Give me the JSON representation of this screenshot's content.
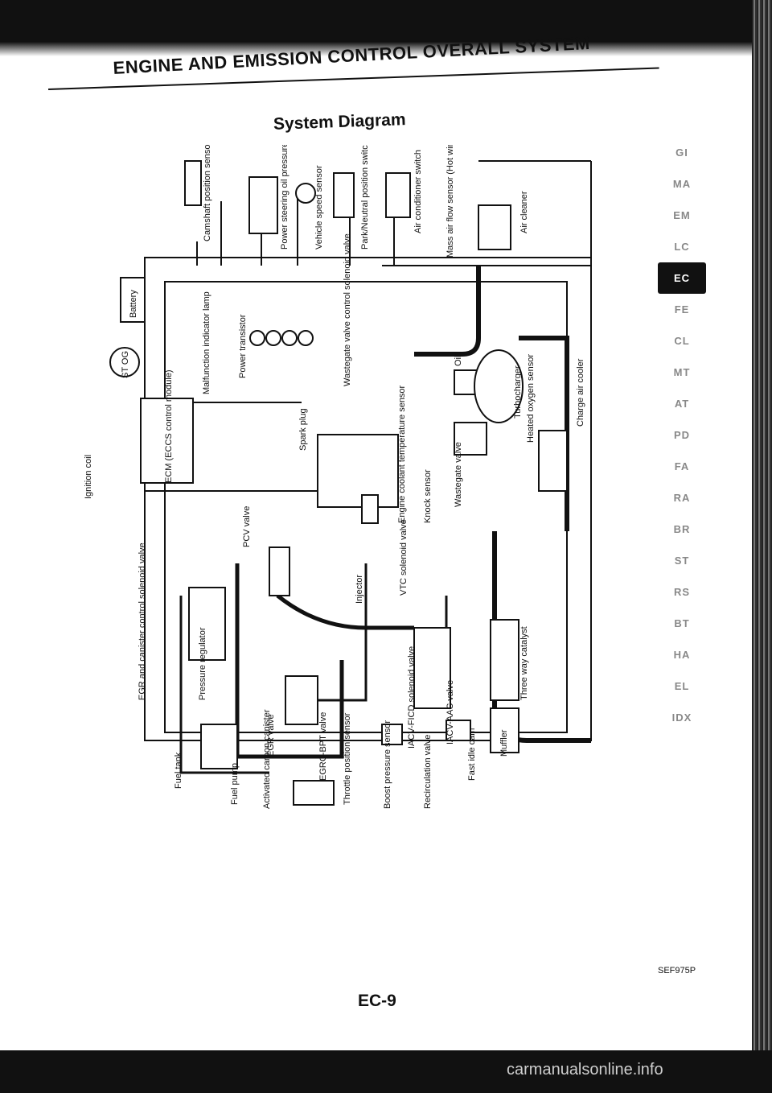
{
  "header": {
    "title": "ENGINE AND EMISSION CONTROL OVERALL SYSTEM",
    "subtitle": "System Diagram"
  },
  "labels": {
    "camshaft": "Camshaft position sensor",
    "ps_switch": "Power steering oil pressure switch",
    "vss": "Vehicle speed sensor",
    "park": "Park/Neutral position switch",
    "aircon": "Air conditioner switch",
    "maf": "Mass air flow sensor (Hot wire type)",
    "air_cleaner": "Air cleaner",
    "battery": "Battery",
    "malfunction": "Malfunction indicator lamp",
    "power_transistor": "Power transistor",
    "wastegate_sol": "Wastegate valve control solenoid valve",
    "oil": "Oil",
    "turbo": "Turbocharger",
    "heated_o2": "Heated oxygen sensor",
    "charge_cooler": "Charge air cooler",
    "st_og": "ST OG",
    "ecm": "ECM (ECCS control module)",
    "ignition": "Ignition coil",
    "spark": "Spark plug",
    "coolant": "Engine coolant temperature sensor",
    "knock": "Knock sensor",
    "wastegate": "Wastegate valve",
    "pcv": "PCV valve",
    "injector": "Injector",
    "vtc": "VTC solenoid valve",
    "egr_canister": "EGR and canister control solenoid valve",
    "pressure_reg": "Pressure regulator",
    "iacv_ficd": "IACV-FICD solenoid valve",
    "iacv_aac": "IACV-AAC valve",
    "three_way": "Three way catalyst",
    "muffler": "Muffler",
    "fast_idle": "Fast idle cam",
    "egr_valve": "EGR valve",
    "throttle": "Throttle position sensor",
    "fuel_tank": "Fuel tank",
    "fuel_pump": "Fuel pump",
    "egrc_bpt": "EGRC-BPT valve",
    "boost": "Boost pressure sensor",
    "recirculation": "Recirculation valve",
    "canister": "Activated carbon canister"
  },
  "side_tabs": [
    "GI",
    "MA",
    "EM",
    "LC",
    "EC",
    "FE",
    "CL",
    "MT",
    "AT",
    "PD",
    "FA",
    "RA",
    "BR",
    "ST",
    "RS",
    "BT",
    "HA",
    "EL",
    "IDX"
  ],
  "active_tab": "EC",
  "figure_code": "SEF975P",
  "page_number": "EC-9",
  "watermark": "carmanualsonline.info"
}
